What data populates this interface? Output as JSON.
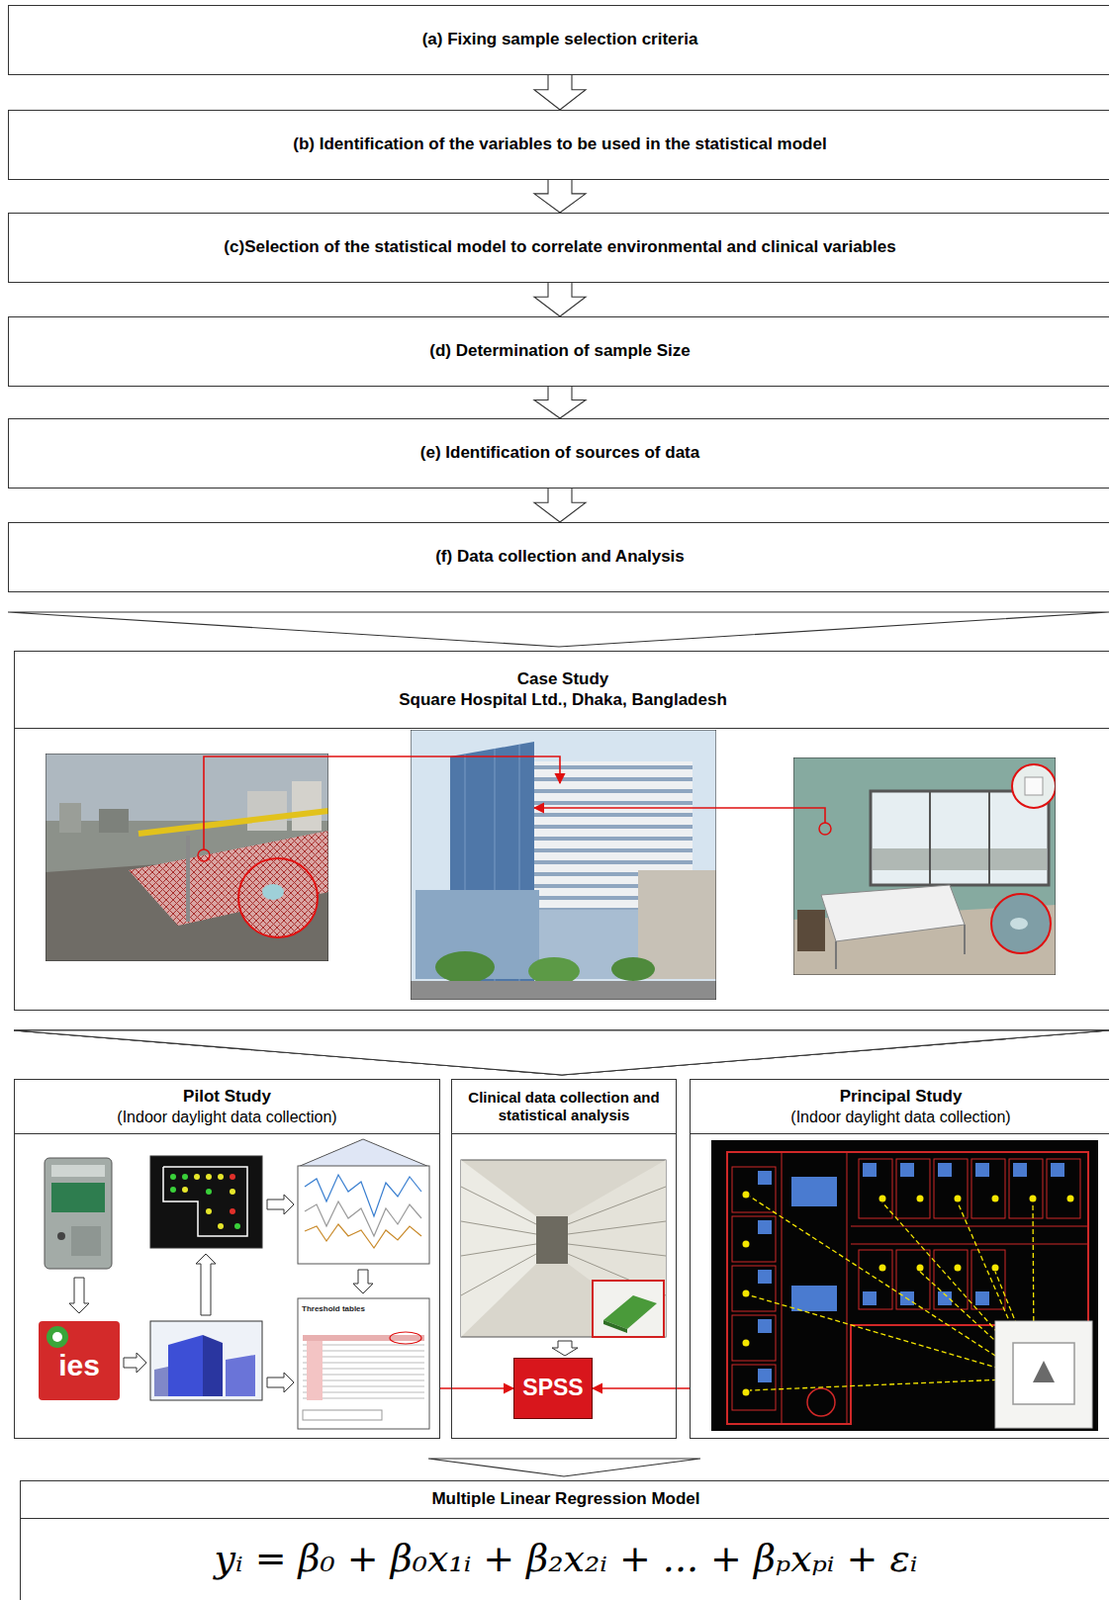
{
  "diagram": {
    "nodes": [
      {
        "text": [
          "(a) Fixing sample selection criteria"
        ]
      },
      {
        "text": [
          "(b) Identification of the variables to be used in the statistical model"
        ]
      },
      {
        "text": [
          "(c)Selection of the statistical model to correlate environmental and clinical variables"
        ]
      },
      {
        "text": [
          "(d) Determination of sample Size"
        ]
      },
      {
        "text": [
          "(e) Identification of sources of data"
        ]
      },
      {
        "text": [
          "(f) Data collection and Analysis"
        ]
      },
      {
        "text": [
          "Case Study",
          "Square Hospital Ltd., Dhaka, Bangladesh"
        ]
      },
      {
        "text": [
          "Pilot Study",
          "(Indoor daylight data collection)"
        ]
      },
      {
        "text": [
          "Clinical data collection and statistical analysis"
        ]
      },
      {
        "text": [
          "SPSS"
        ],
        "in": 8
      },
      {
        "text": [
          "Principal Study",
          "(Indoor daylight data collection)"
        ]
      },
      {
        "text": [
          "Multiple Linear Regression Model",
          "yᵢ = β₀ + β₀x₁ᵢ + β₂x₂ᵢ + ... + βₚxₚᵢ + εᵢ"
        ]
      }
    ],
    "edges": [
      {
        "from": 0,
        "to": 1,
        "arrow": "to"
      },
      {
        "from": 1,
        "to": 2,
        "arrow": "to"
      },
      {
        "from": 2,
        "to": 3,
        "arrow": "to"
      },
      {
        "from": 3,
        "to": 4,
        "arrow": "to"
      },
      {
        "from": 4,
        "to": 5,
        "arrow": "to"
      },
      {
        "from": 5,
        "to": 6,
        "arrow": "to"
      },
      {
        "from": 6,
        "to": 7,
        "arrow": "to"
      },
      {
        "from": 6,
        "to": 8,
        "arrow": "to"
      },
      {
        "from": 6,
        "to": 10,
        "arrow": "to"
      },
      {
        "from": 7,
        "to": 9,
        "arrow": "to"
      },
      {
        "from": 10,
        "to": 9,
        "arrow": "to"
      },
      {
        "from": 8,
        "to": 11,
        "arrow": "to"
      }
    ],
    "labels": [
      "ies",
      "Threshold tables"
    ]
  }
}
